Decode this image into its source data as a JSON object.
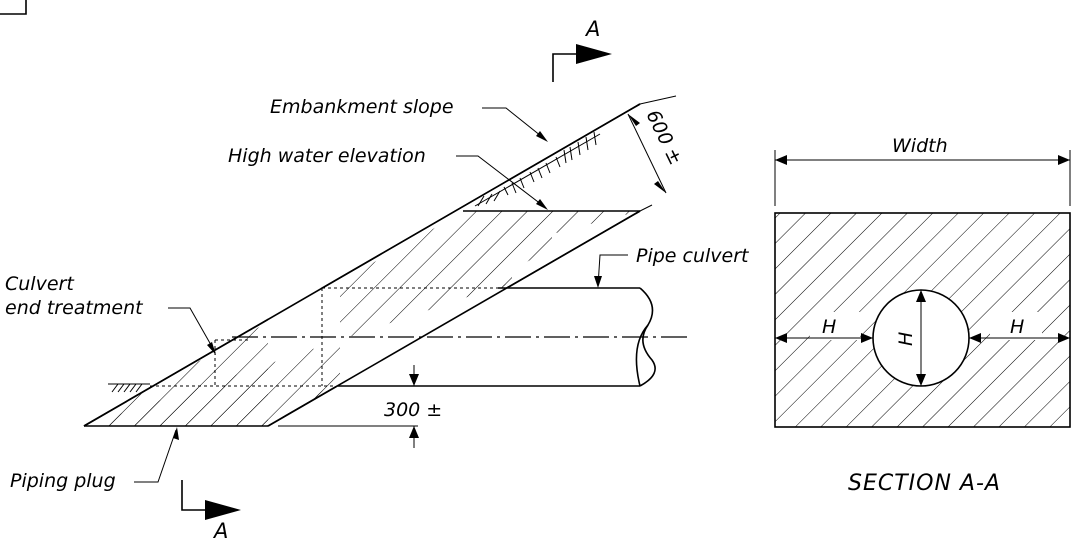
{
  "labels": {
    "embankment_slope": "Embankment slope",
    "high_water_elevation": "High water elevation",
    "pipe_culvert": "Pipe culvert",
    "culvert_end_treatment_line1": "Culvert",
    "culvert_end_treatment_line2": "end treatment",
    "piping_plug": "Piping plug",
    "dim_600": "600 ±",
    "dim_300": "300 ±",
    "width": "Width",
    "h_left": "H",
    "h_center": "H",
    "h_right": "H",
    "section_marker_top": "A",
    "section_marker_bottom": "A",
    "section_title": "SECTION A-A"
  }
}
